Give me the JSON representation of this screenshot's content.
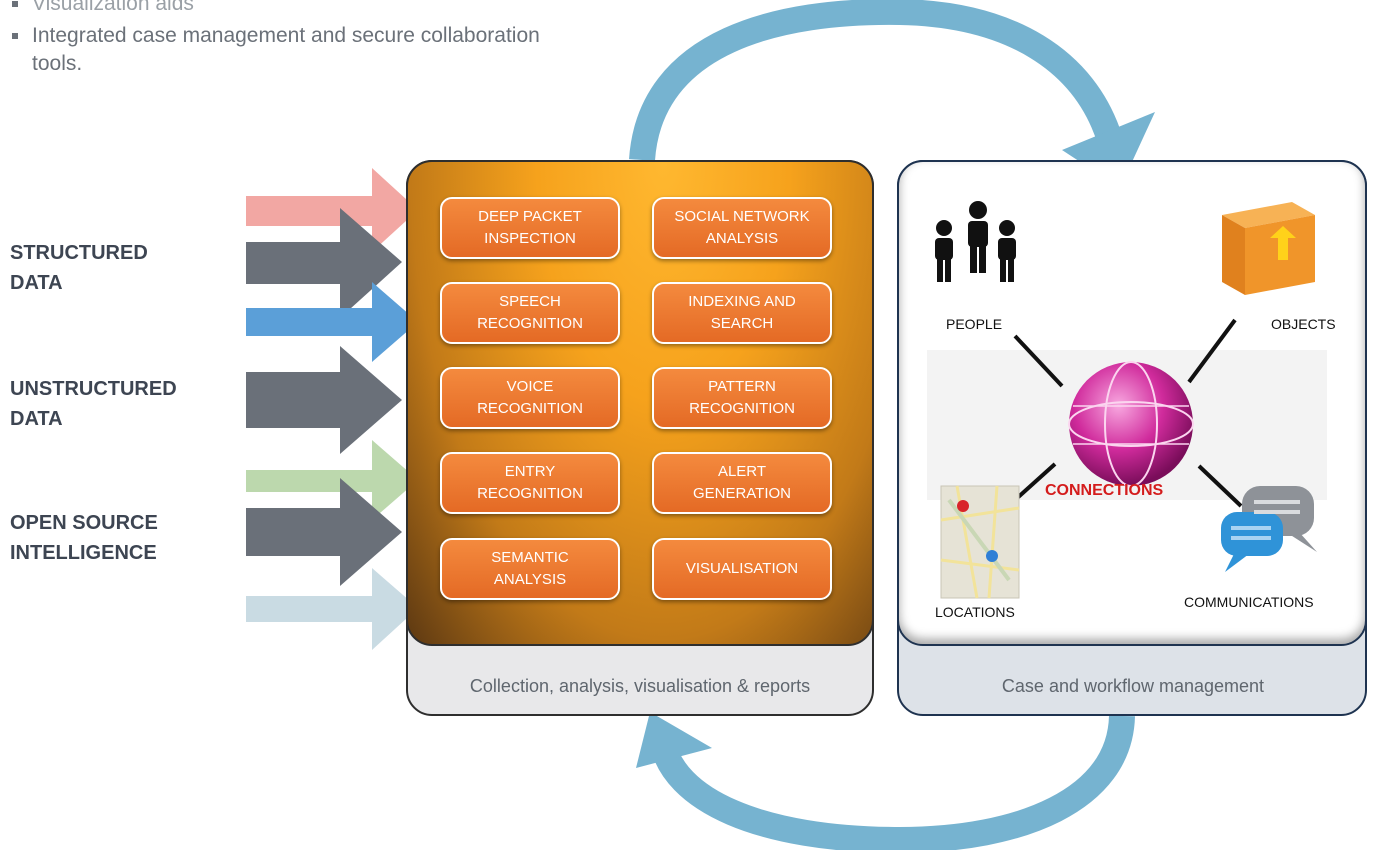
{
  "bullets": [
    "Visualization aids",
    "Integrated case management and secure collaboration tools."
  ],
  "source_labels": [
    "STRUCTURED DATA",
    "UNSTRUCTURED DATA",
    "OPEN SOURCE INTELLIGENCE"
  ],
  "arrow_colors": [
    "#f2a7a3",
    "#6a7079",
    "#5b9fd8",
    "#6a7079",
    "#bcd8ad",
    "#6a7079",
    "#c9dbe3"
  ],
  "cycle_arrow_color": "#76b3d0",
  "modules": [
    "DEEP PACKET\nINSPECTION",
    "SOCIAL NETWORK\nANALYSIS",
    "SPEECH\nRECOGNITION",
    "INDEXING AND\nSEARCH",
    "VOICE\nRECOGNITION",
    "PATTERN\nRECOGNITION",
    "ENTRY\nRECOGNITION",
    "ALERT\nGENERATION",
    "SEMANTIC\nANALYSIS",
    "VISUALISATION"
  ],
  "collection_caption": "Collection, analysis, visualisation & reports",
  "case_caption": "Case and workflow management",
  "case": {
    "people": "PEOPLE",
    "objects": "OBJECTS",
    "locations": "LOCATIONS",
    "communications": "COMMUNICATIONS",
    "connections": "CONNECTIONS"
  }
}
